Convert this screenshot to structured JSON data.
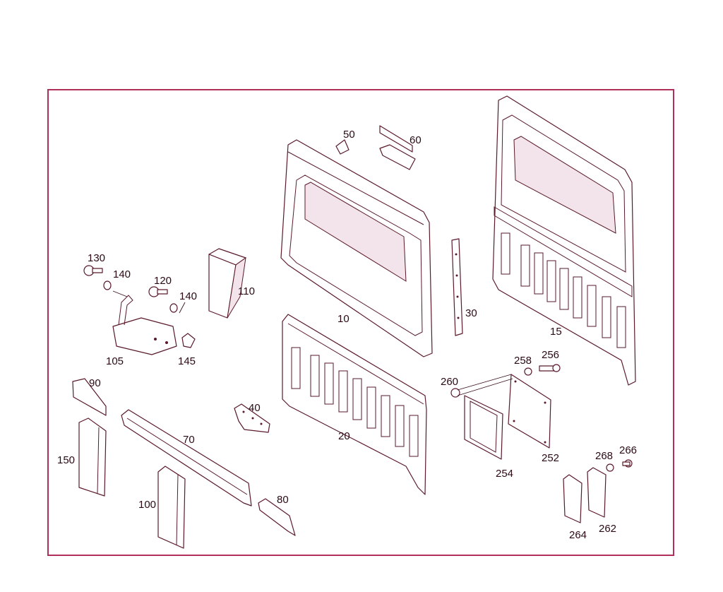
{
  "diagram": {
    "border_color": "#b0305a",
    "line_color": "#5a1a2a",
    "labels": {
      "p10": "10",
      "p15": "15",
      "p20": "20",
      "p30": "30",
      "p40": "40",
      "p50": "50",
      "p60": "60",
      "p70": "70",
      "p80": "80",
      "p90": "90",
      "p100": "100",
      "p105": "105",
      "p110": "110",
      "p120": "120",
      "p130": "130",
      "p140a": "140",
      "p140b": "140",
      "p145": "145",
      "p150": "150",
      "p252": "252",
      "p254": "254",
      "p256": "256",
      "p258": "258",
      "p260": "260",
      "p262": "262",
      "p264": "264",
      "p266": "266",
      "p268": "268"
    }
  }
}
